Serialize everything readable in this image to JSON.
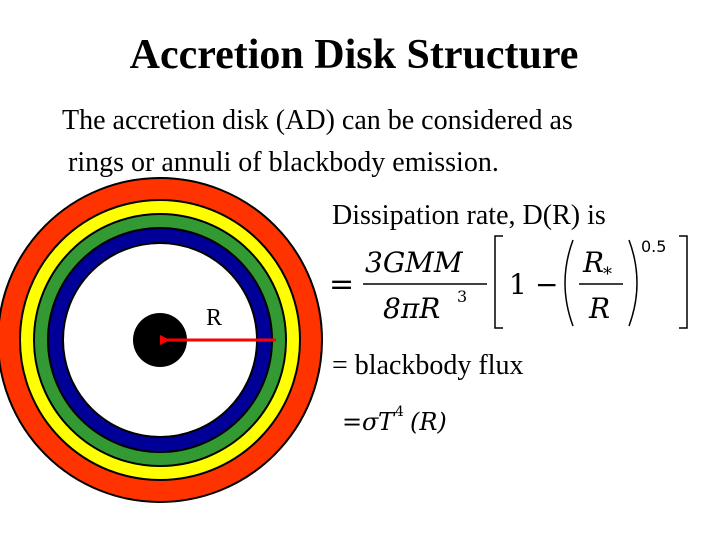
{
  "slide": {
    "title": "Accretion Disk Structure",
    "intro_line1": "The accretion disk (AD) can be considered as",
    "intro_line2": "rings or annuli of blackbody emission.",
    "dissipation_label": "Dissipation rate, D(R) is",
    "blackbody_label": "= blackbody flux",
    "radius_label": "R"
  },
  "equations": {
    "dissipation": {
      "equals": "=",
      "numerator": "3GMM",
      "denominator": "8πR",
      "denominator_exp": "3",
      "one": "1",
      "minus": "−",
      "ratio_num": "R",
      "ratio_num_sub": "*",
      "ratio_den": "R",
      "exponent": "0.5"
    },
    "blackbody": {
      "equals": "=",
      "sigma": "σ",
      "T": "T",
      "exp": "4",
      "arg": "(R)"
    }
  },
  "colors": {
    "ring_outer": "#ff3300",
    "ring_yellow": "#ffff00",
    "ring_green": "#339933",
    "ring_blue": "#000099",
    "ring_outline": "#000000",
    "center": "#000000",
    "arrow": "#ff0000",
    "text": "#000000"
  }
}
